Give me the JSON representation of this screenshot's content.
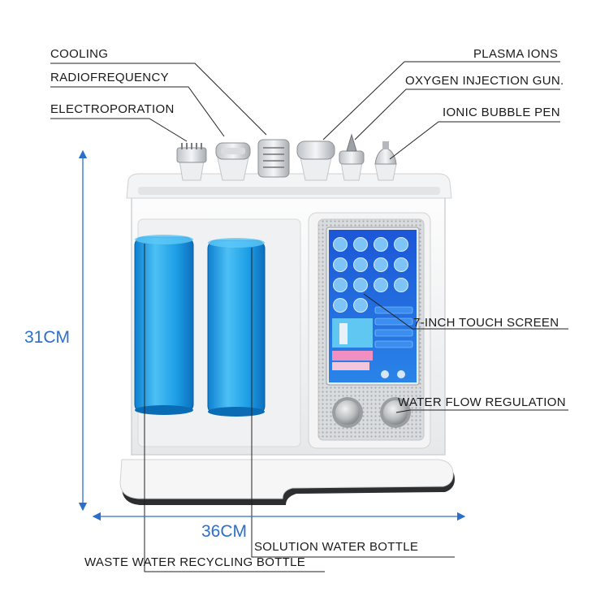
{
  "labels": {
    "cooling": "COOLING",
    "radiofrequency": "RADIOFREQUENCY",
    "electroporation": "ELECTROPORATION",
    "plasma_ions": "PLASMA IONS",
    "oxygen_gun": "OXYGEN INJECTION GUN.",
    "bubble_pen": "IONIC BUBBLE PEN",
    "touch_screen": "7-INCH TOUCH SCREEN",
    "water_flow": "WATER FLOW REGULATION",
    "solution_bottle": "SOLUTION WATER BOTTLE",
    "waste_bottle": "WASTE WATER RECYCLING BOTTLE"
  },
  "dimensions": {
    "height": "31CM",
    "width": "36CM"
  },
  "colors": {
    "dimension": "#2a6fc9",
    "bottle": "#1e9fe6",
    "screen": "#1f5fd8",
    "leader": "#222222"
  }
}
